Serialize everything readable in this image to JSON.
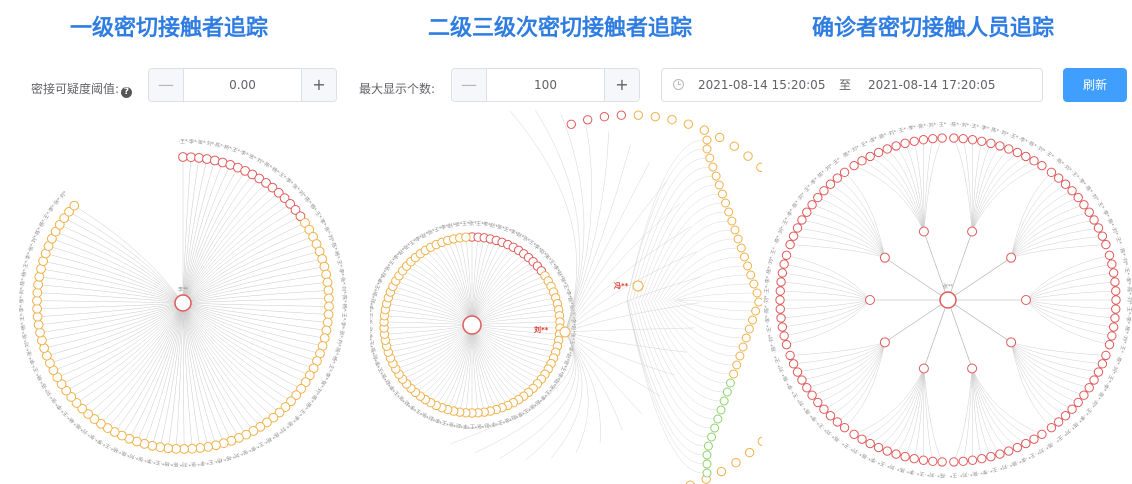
{
  "titles": [
    "一级密切接触者追踪",
    "二级三级次密切接触者追踪",
    "确诊者密切接触人员追踪"
  ],
  "controls": {
    "threshold": {
      "label": "密接可疑度阈值:",
      "value": "0.00",
      "minus": "—",
      "plus": "+"
    },
    "max_display": {
      "label": "最大显示个数:",
      "value": "100",
      "minus": "—",
      "plus": "+"
    },
    "date_range": {
      "start": "2021-08-14 15:20:05",
      "separator": "至",
      "end": "2021-08-14 17:20:05"
    },
    "refresh_label": "刷新"
  },
  "graph1": {
    "node_count": 100,
    "red_count": 18,
    "center_label": "李**"
  },
  "graph2": {
    "inner_node_count": 90,
    "red_labels": [
      "刘**",
      "冯**"
    ]
  },
  "graph3": {
    "branch_count": 10,
    "center_label": "张**"
  },
  "colors": {
    "accent": "#2f7de1",
    "button": "#409eff",
    "orange": "#f0b04a",
    "red": "#e05a5a",
    "green": "#8bd36a",
    "edge": "#c9c9c9"
  }
}
